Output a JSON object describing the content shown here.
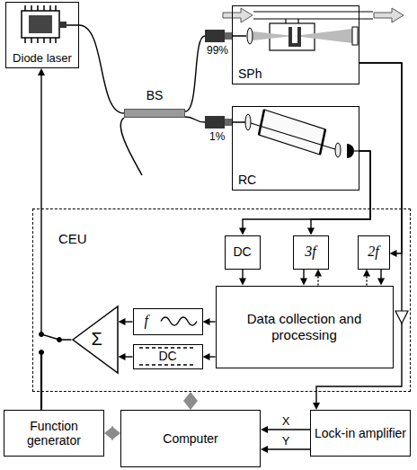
{
  "diagram": {
    "nodes": [
      {
        "text": [
          "Diode laser"
        ]
      },
      {
        "text": [
          "BS"
        ]
      },
      {
        "text": [
          "SPh"
        ]
      },
      {
        "text": [
          "RC"
        ]
      },
      {
        "text": [
          "CEU"
        ]
      },
      {
        "text": [
          "DC"
        ],
        "in": 4
      },
      {
        "text": [
          "3f"
        ],
        "in": 4
      },
      {
        "text": [
          "2f"
        ],
        "in": 4
      },
      {
        "text": [
          "Data collection and processing"
        ],
        "in": 4
      },
      {
        "text": [
          "f"
        ],
        "in": 4
      },
      {
        "text": [
          "DC"
        ],
        "in": 4
      },
      {
        "text": [
          "Σ"
        ],
        "in": 4
      },
      {
        "text": [
          "Function generator"
        ]
      },
      {
        "text": [
          "Computer"
        ]
      },
      {
        "text": [
          "Lock-in amplifier"
        ]
      }
    ],
    "edges": [
      {
        "from": 0,
        "to": 1,
        "arrow": "none"
      },
      {
        "from": 1,
        "to": 2,
        "arrow": "none"
      },
      {
        "from": 1,
        "to": 3,
        "arrow": "none"
      },
      {
        "from": 2,
        "to": 7,
        "arrow": "to"
      },
      {
        "from": 2,
        "to": 14,
        "arrow": "to"
      },
      {
        "from": 3,
        "to": 5,
        "arrow": "to"
      },
      {
        "from": 3,
        "to": 6,
        "arrow": "to"
      },
      {
        "from": 5,
        "to": 8,
        "arrow": "to"
      },
      {
        "from": 6,
        "to": 8,
        "arrow": "to"
      },
      {
        "from": 8,
        "to": 6,
        "arrow": "to"
      },
      {
        "from": 7,
        "to": 8,
        "arrow": "to"
      },
      {
        "from": 8,
        "to": 7,
        "arrow": "to"
      },
      {
        "from": 8,
        "to": 9,
        "arrow": "to"
      },
      {
        "from": 8,
        "to": 10,
        "arrow": "to"
      },
      {
        "from": 9,
        "to": 11,
        "arrow": "to"
      },
      {
        "from": 10,
        "to": 11,
        "arrow": "to"
      },
      {
        "from": 11,
        "to": 0,
        "arrow": "to"
      },
      {
        "from": 12,
        "to": 13,
        "arrow": "both"
      },
      {
        "from": 4,
        "to": 13,
        "arrow": "both"
      },
      {
        "from": 14,
        "to": 13,
        "label": "X",
        "arrow": "to"
      },
      {
        "from": 14,
        "to": 13,
        "label": "Y",
        "arrow": "to"
      }
    ],
    "labels": [
      "99%",
      "1%"
    ]
  }
}
